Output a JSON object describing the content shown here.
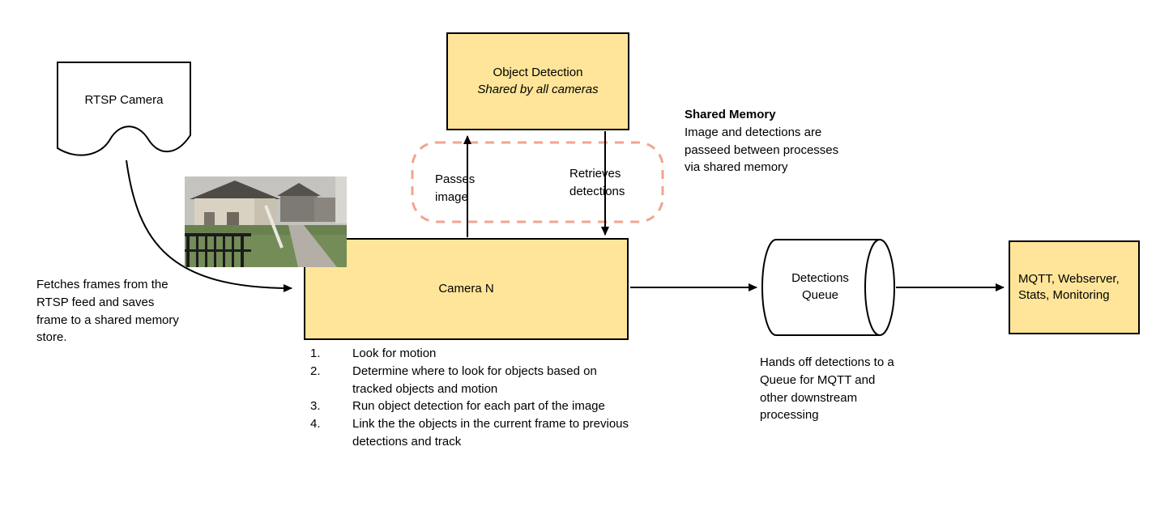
{
  "colors": {
    "box_fill": "#ffe599",
    "box_border": "#000000",
    "shared_memory_dash": "#f2a48e",
    "arrow": "#000000",
    "background": "#ffffff"
  },
  "nodes": {
    "rtsp_camera": {
      "label": "RTSP Camera"
    },
    "object_detection": {
      "title": "Object Detection",
      "subtitle": "Shared by all cameras"
    },
    "camera_n": {
      "label": "Camera N"
    },
    "detections_queue": {
      "label": "Detections Queue"
    },
    "outputs": {
      "label": "MQTT, Webserver, Stats, Monitoring"
    }
  },
  "edges": {
    "passes_image": "Passes image",
    "retrieves_detections": "Retrieves detections"
  },
  "annotations": {
    "fetch_note": "Fetches frames from the RTSP feed and saves frame to a shared memory store.",
    "shared_memory_title": "Shared Memory",
    "shared_memory_body": "Image and detections are passeed between processes via shared memory",
    "queue_note": "Hands off detections to a Queue for MQTT and other downstream processing",
    "camera_steps": [
      {
        "num": "1.",
        "text": "Look for motion"
      },
      {
        "num": "2.",
        "text": "Determine where to look for objects based on tracked objects and motion"
      },
      {
        "num": "3.",
        "text": "Run object detection for each part of the image"
      },
      {
        "num": "4.",
        "text": "Link the the objects in the current frame to previous detections and track"
      }
    ]
  }
}
